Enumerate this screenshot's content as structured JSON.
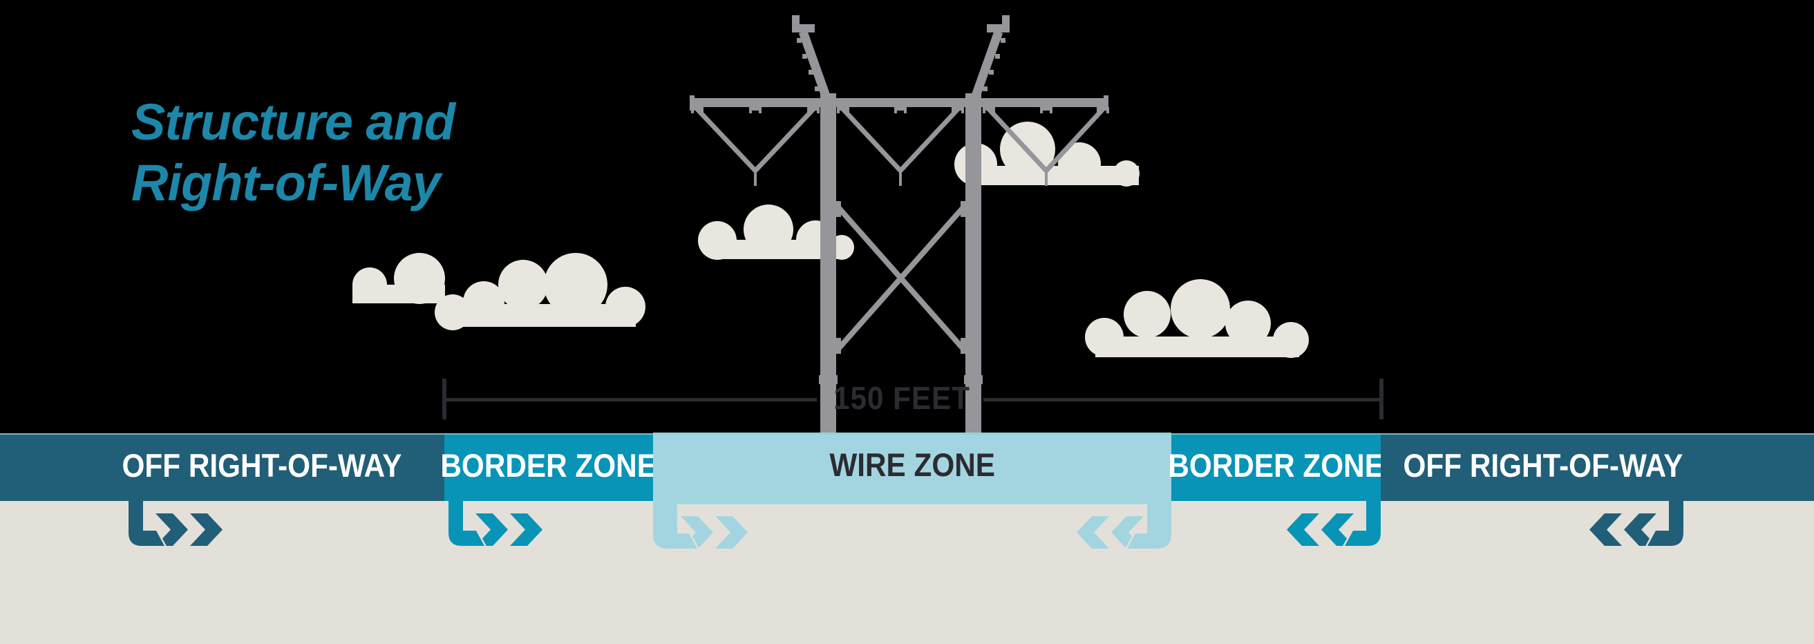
{
  "title": {
    "line1": "Structure and",
    "line2": "Right-of-Way"
  },
  "measurement": {
    "label": "150 FEET"
  },
  "zones": [
    {
      "id": "off-right-of-way-left",
      "label": "OFF RIGHT-OF-WAY",
      "band_color": "#215E77",
      "text_color": "#FFFFFF",
      "arrow_direction": "right"
    },
    {
      "id": "border-zone-left",
      "label": "BORDER ZONE",
      "band_color": "#0894B6",
      "text_color": "#FFFFFF",
      "arrow_direction": "right"
    },
    {
      "id": "wire-zone",
      "label": "WIRE ZONE",
      "band_color": "#A3D5E0",
      "text_color": "#2B2B31",
      "arrow_direction": "inward-both"
    },
    {
      "id": "border-zone-right",
      "label": "BORDER ZONE",
      "band_color": "#0894B6",
      "text_color": "#FFFFFF",
      "arrow_direction": "left"
    },
    {
      "id": "off-right-of-way-right",
      "label": "OFF RIGHT-OF-WAY",
      "band_color": "#215E77",
      "text_color": "#FFFFFF",
      "arrow_direction": "left"
    }
  ],
  "colors": {
    "background": "#000000",
    "ground": "#E3E0DA",
    "cloud": "#E9E6E0",
    "tower_gray": "#95959A",
    "charcoal_text": "#2B2B31",
    "title_teal": "#1C87A9",
    "band_top_highlight": "#8FCBD8"
  }
}
